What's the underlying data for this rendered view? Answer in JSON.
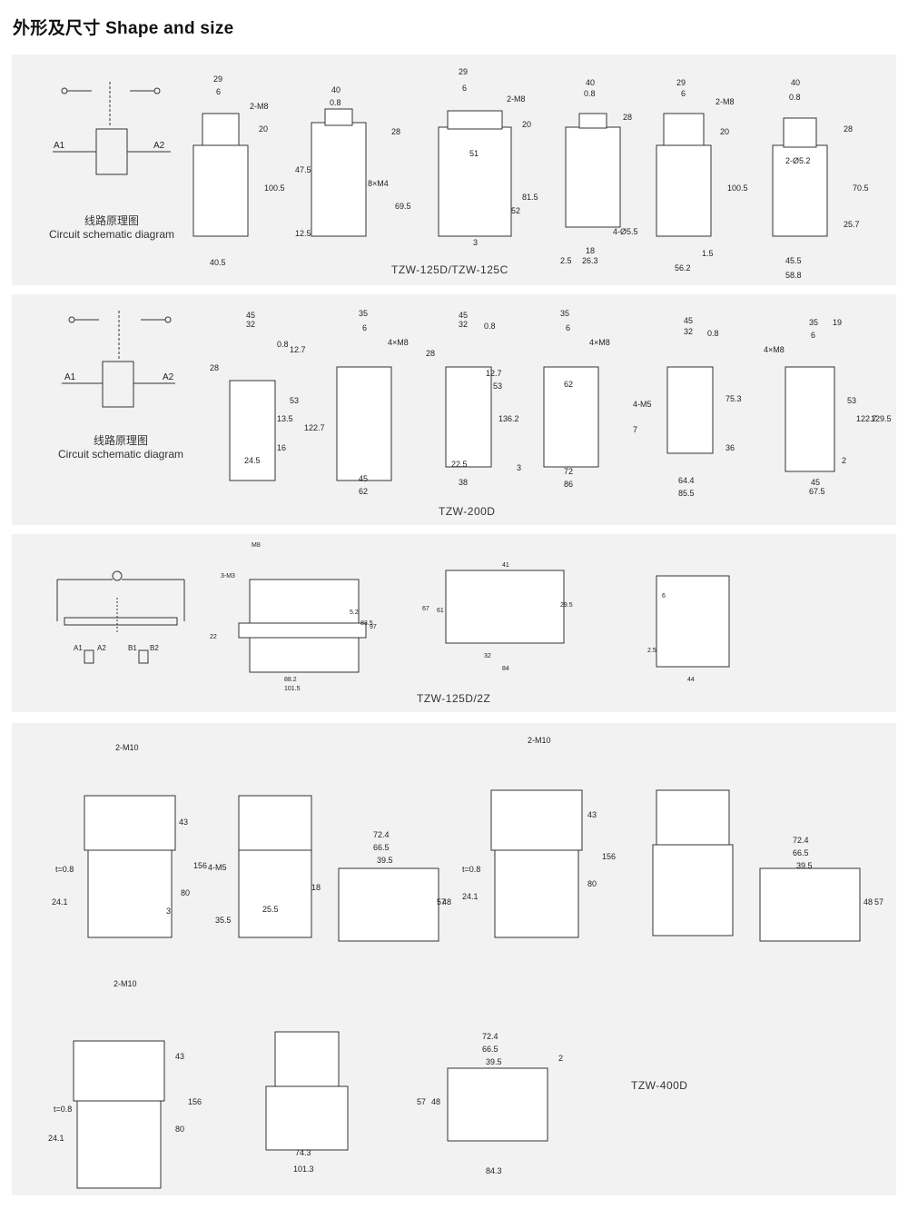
{
  "title": "外形及尺寸 Shape and size",
  "schematic": {
    "caption_cn": "线路原理图",
    "caption_en": "Circuit schematic diagram",
    "coil_labels": [
      "A1",
      "A2"
    ],
    "coil_labels_2z": [
      "A1",
      "A2",
      "B1",
      "B2"
    ]
  },
  "panels": [
    {
      "model": "TZW-125D/TZW-125C",
      "dims": {
        "v1": [
          "29",
          "6",
          "2-M8",
          "20",
          "100.5",
          "40.5"
        ],
        "v2": [
          "40",
          "0.8",
          "28",
          "47.5",
          "8×M4",
          "69.5",
          "12.5"
        ],
        "v3": [
          "29",
          "6",
          "2-M8",
          "20",
          "51",
          "81.5",
          "52",
          "3"
        ],
        "v4": [
          "40",
          "0.8",
          "28",
          "4-Ø5.5",
          "18",
          "26.3",
          "2.5"
        ],
        "v5": [
          "29",
          "6",
          "2-M8",
          "20",
          "100.5",
          "1.5",
          "56.2"
        ],
        "v6": [
          "40",
          "0.8",
          "28",
          "2-Ø5.2",
          "70.5",
          "25.7",
          "45.5",
          "58.8"
        ]
      }
    },
    {
      "model": "TZW-200D",
      "dims": {
        "v1": [
          "45",
          "32",
          "0.8",
          "28",
          "12.7",
          "53",
          "13.5",
          "122.7",
          "16",
          "24.5"
        ],
        "v2": [
          "35",
          "6",
          "4×M8",
          "45",
          "62"
        ],
        "v3": [
          "45",
          "32",
          "0.8",
          "28",
          "12.7",
          "53",
          "136.2",
          "22.5",
          "38"
        ],
        "v4": [
          "35",
          "6",
          "4×M8",
          "62",
          "3",
          "72",
          "86"
        ],
        "v5": [
          "45",
          "32",
          "0.8",
          "4-M5",
          "75.3",
          "7",
          "36",
          "64.4",
          "85.5"
        ],
        "v6": [
          "35",
          "19",
          "6",
          "4×M8",
          "53",
          "122.7",
          "129.5",
          "2",
          "45",
          "67.5"
        ]
      }
    },
    {
      "model": "TZW-125D/2Z",
      "dims": {
        "v1": [
          "M8",
          "3-M3",
          "5.2",
          "83.5",
          "97",
          "22",
          "88.2",
          "101.5"
        ],
        "v2": [
          "41",
          "67",
          "61",
          "29.5",
          "32",
          "84"
        ],
        "v3": [
          "6",
          "2.5",
          "44"
        ]
      }
    },
    {
      "model": "TZW-400D",
      "dims": {
        "v1": [
          "2-M10",
          "43",
          "156",
          "80",
          "t=0.8",
          "24.1",
          "3"
        ],
        "v2": [
          "4-M5",
          "18",
          "35.5",
          "25.5"
        ],
        "v3": [
          "72.4",
          "66.5",
          "39.5",
          "48",
          "57"
        ],
        "v4": [
          "2-M10",
          "43",
          "156",
          "80",
          "t=0.8",
          "24.1"
        ],
        "v5": [],
        "v6": [
          "72.4",
          "66.5",
          "39.5",
          "48",
          "57"
        ],
        "v7": [
          "2-M10",
          "43",
          "156",
          "80",
          "t=0.8",
          "24.1"
        ],
        "v8": [
          "74.3",
          "101.3"
        ],
        "v9": [
          "72.4",
          "66.5",
          "39.5",
          "2",
          "57",
          "48",
          "84.3"
        ]
      }
    }
  ]
}
